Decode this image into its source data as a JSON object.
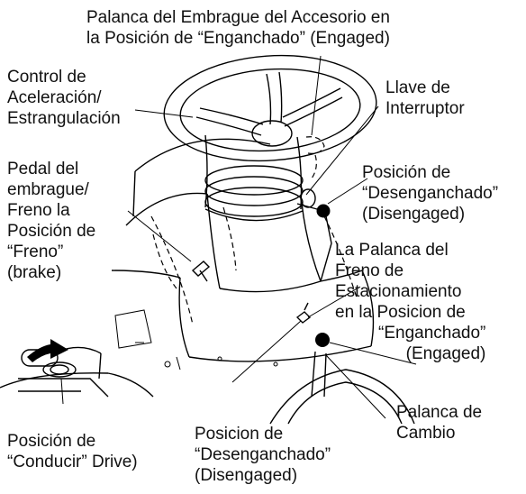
{
  "labels": {
    "attachment_clutch": [
      "Palanca del Embrague del Accesorio en",
      "la Posición de “Enganchado” (Engaged)"
    ],
    "throttle": [
      "Control de",
      "Aceleración/",
      "Estrangulación"
    ],
    "ignition_key": [
      "Llave de",
      "Interruptor"
    ],
    "clutch_pedal": [
      "Pedal del",
      "embrague/",
      "Freno la",
      "Posición de",
      "“Freno”",
      "(brake)"
    ],
    "disengaged_top": [
      "Posición de",
      "“Desenganchado”",
      "(Disengaged)"
    ],
    "parking_brake": [
      "La Palanca del",
      "Freno de",
      "Estacionamiento",
      "en la Posicion de"
    ],
    "engaged_bottom": [
      "“Enganchado”",
      "(Engaged)"
    ],
    "drive_position": [
      "Posición de",
      "“Conducir” Drive)"
    ],
    "disengaged_bottom": [
      "Posicion de",
      "“Desenganchado”",
      "(Disengaged)"
    ],
    "shift_lever": [
      "Palanca de",
      "Cambio"
    ]
  }
}
